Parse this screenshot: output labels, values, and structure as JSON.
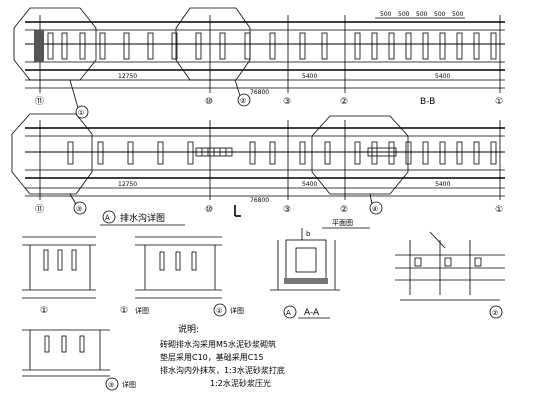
{
  "plan_top": {
    "dims": {
      "left": "12750",
      "total": "76800",
      "mid": "5400",
      "right": "5400"
    },
    "axis_labels": [
      "⑪",
      "⑩",
      "③",
      "②",
      "①"
    ],
    "spacing_dims": [
      "500",
      "500",
      "500",
      "500",
      "500"
    ],
    "section_label": "B-B",
    "callout_1": "①",
    "callout_2": "②"
  },
  "plan_bottom": {
    "dims": {
      "left": "12750",
      "total": "76800",
      "mid": "5400",
      "right": "5400"
    },
    "axis_labels": [
      "⑪",
      "⑩",
      "③",
      "②",
      "①"
    ],
    "callout_3": "③",
    "callout_4": "④",
    "plan_title": "平面图"
  },
  "drain_title": {
    "circle": "A",
    "text": "排水沟详图"
  },
  "details": {
    "d1_num": "①",
    "d1_text": "详图",
    "d2_num": "②",
    "d2_text": "详图",
    "d3_num": "③",
    "d3_text": "详图",
    "section_aa": "A-A",
    "section_circle": "A",
    "section_b": "b"
  },
  "notes": {
    "heading": "说明:",
    "line1": "砖砌排水沟采用M5水泥砂浆砌筑",
    "line2": "垫层采用C10，基础采用C15",
    "line3": "排水沟内外抹灰，1:3水泥砂浆打底",
    "line4": "1:2水泥砂浆压光"
  },
  "colors": {
    "ink": "#000000",
    "paper": "#ffffff"
  }
}
